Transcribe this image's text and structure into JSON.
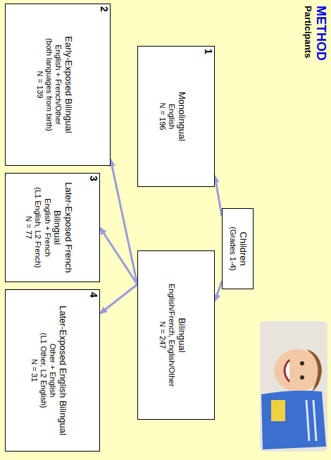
{
  "diagram": {
    "title": "METHOD",
    "nodes": [
      {
        "text": [
          "Children",
          "(Grades 1-4)"
        ]
      },
      {
        "text": [
          "Monolingual",
          "English",
          "N = 196"
        ]
      },
      {
        "text": [
          "Bilingual",
          "English/French, English/Other",
          "N = 247"
        ]
      },
      {
        "text": [
          "Early-Exposed Bilingual",
          "English + French/Other",
          "(both languages from birth)",
          "N = 139"
        ]
      },
      {
        "text": [
          "Later-Exposed French Bilingual",
          "English + French",
          "(L1 English, L2 French)",
          "N = 77"
        ]
      },
      {
        "text": [
          "Later-Exposed English Bilingual",
          "Other + English",
          "(L1 Other, L2 English)",
          "N = 31"
        ]
      }
    ],
    "edges": [
      {
        "from": 0,
        "to": 1,
        "arrow": "to"
      },
      {
        "from": 0,
        "to": 2,
        "arrow": "to"
      },
      {
        "from": 2,
        "to": 3,
        "arrow": "to"
      },
      {
        "from": 2,
        "to": 4,
        "arrow": "to"
      },
      {
        "from": 2,
        "to": 5,
        "arrow": "to"
      }
    ],
    "labels": [
      "Participants",
      "1",
      "2",
      "3",
      "4"
    ]
  }
}
